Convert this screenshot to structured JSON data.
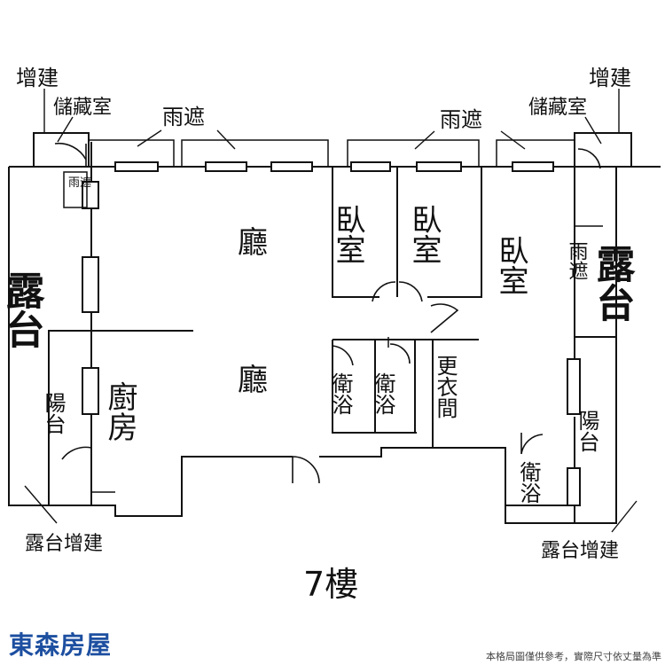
{
  "labels": {
    "addition_left": "增建",
    "storage_left": "儲藏室",
    "canopy_top_left": "雨遮",
    "canopy_top_right": "雨遮",
    "storage_right": "儲藏室",
    "addition_right": "增建",
    "canopy_small_left": "雨遮",
    "terrace_left": "露台",
    "living_upper": "廳",
    "bedroom_1": "臥室",
    "bedroom_2": "臥室",
    "bedroom_3": "臥室",
    "canopy_right": "雨遮",
    "terrace_right": "露台",
    "balcony_left": "陽台",
    "kitchen": "廚房",
    "living_lower": "廳",
    "bath_1": "衛浴",
    "bath_2": "衛浴",
    "closet": "更衣間",
    "balcony_right": "陽台",
    "bath_3": "衛浴",
    "terrace_addition_left": "露台增建",
    "terrace_addition_right": "露台增建",
    "floor": "7樓"
  },
  "brand": "東森房屋",
  "disclaimer": "本格局圖僅供參考，實際尺寸依丈量為準"
}
